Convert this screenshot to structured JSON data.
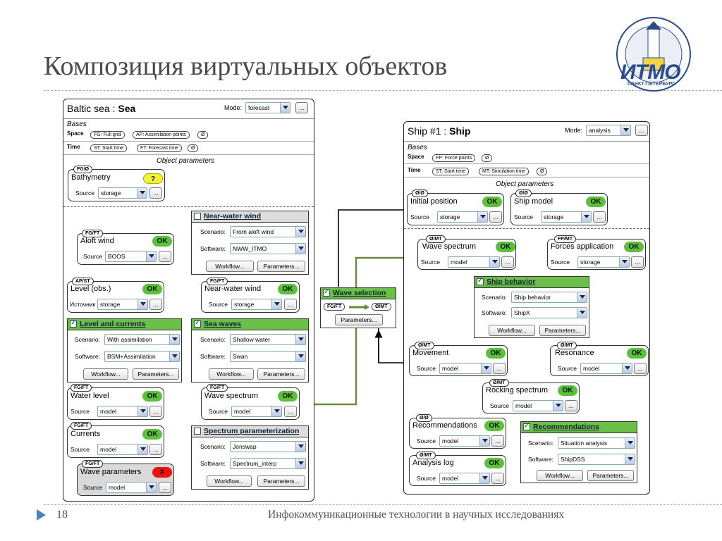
{
  "slide": {
    "title": "Композиция виртуальных объектов",
    "page": "18",
    "footer": "Инфокоммуникационные технологии в научных исследованиях",
    "logo": "ИТМО",
    "logo_city": "САНКТ-ПЕТЕРБУРГ"
  },
  "common": {
    "ok": "OK",
    "q": "?",
    "x": "X",
    "dots": "...",
    "source": "Source",
    "istochnik": "Источник",
    "scenario": "Scenario:",
    "software": "Software:",
    "workflow": "Workflow...",
    "parameters": "Parameters...",
    "bases": "Bases",
    "space": "Space",
    "time": "Time",
    "object_params": "Object parameters",
    "mode": "Mode:"
  },
  "sea": {
    "title_prefix": "Baltic sea : ",
    "title_bold": "Sea",
    "mode": "forecast",
    "space_tags": [
      "FG: Full grid",
      "AP: Assimilation points",
      "Ø"
    ],
    "time_tags": [
      "ST: Start time",
      "FT: Forecast time",
      "Ø"
    ],
    "bathymetry": {
      "tag": "FG/Ø",
      "name": "Bathymetry",
      "source": "storage"
    },
    "aloft_wind": {
      "tag": "FG/FT",
      "name": "Aloft wind",
      "source": "BOOS"
    },
    "level_obs": {
      "tag": "AP/ST",
      "name": "Level (obs.)",
      "source": "storage"
    },
    "near_water_wind_mod": {
      "name": "Near-water wind",
      "scenario": "From aloft wind",
      "software": "NWW_ITMO"
    },
    "near_water_wind": {
      "tag": "FG/FT",
      "name": "Near-water wind",
      "source": "storage"
    },
    "level_currents_mod": {
      "name": "Level and currents",
      "scenario": "With assimilation",
      "software": "BSM+Assimilation"
    },
    "sea_waves_mod": {
      "name": "Sea waves",
      "scenario": "Shallow water",
      "software": "Swan"
    },
    "water_level": {
      "tag": "FG/FT",
      "name": "Water level",
      "source": "model"
    },
    "currents": {
      "tag": "FG/FT",
      "name": "Currents",
      "source": "model"
    },
    "wave_spectrum": {
      "tag": "FG/FT",
      "name": "Wave spectrum",
      "source": "model"
    },
    "spectrum_param_mod": {
      "name": "Spectrum parameterization",
      "scenario": "Jonswap",
      "software": "Spectrum_interp"
    },
    "wave_params": {
      "tag": "FG/FT",
      "name": "Wave parameters",
      "source": "model"
    }
  },
  "wave_selection": {
    "name": "Wave selection",
    "from": "FG/FT",
    "to": "Ø/MT",
    "params": "Parameters..."
  },
  "ship": {
    "title_prefix": "Ship #1 : ",
    "title_bold": "Ship",
    "mode": "analysis",
    "space_tags": [
      "FP: Force points",
      "Ø"
    ],
    "time_tags": [
      "ST: Start time",
      "MT: Simulation time",
      "Ø"
    ],
    "initial_position": {
      "tag": "Ø/Ø",
      "name": "Initial position",
      "source": "storage"
    },
    "ship_model": {
      "tag": "Ø/Ø",
      "name": "Ship model",
      "source": "storage"
    },
    "wave_spectrum": {
      "tag": "Ø/MT",
      "name": "Wave spectrum",
      "source": "model"
    },
    "forces": {
      "tag": "FP/MT",
      "name": "Forces application",
      "source": "storage"
    },
    "behavior_mod": {
      "name": "Ship behavior",
      "scenario": "Ship behavior",
      "software": "ShipX"
    },
    "movement": {
      "tag": "Ø/MT",
      "name": "Movement",
      "source": "model"
    },
    "resonance": {
      "tag": "Ø/MT",
      "name": "Resonance",
      "source": "model"
    },
    "rocking": {
      "tag": "Ø/MT",
      "name": "Rocking spectrum",
      "source": "model"
    },
    "recommendations": {
      "tag": "Ø/Ø",
      "name": "Recommendations",
      "source": "model"
    },
    "analysis_log": {
      "tag": "Ø/MT",
      "name": "Analysis log",
      "source": "model"
    },
    "recommendations_mod": {
      "name": "Recommendations",
      "scenario": "Situation analysis",
      "software": "ShipDSS"
    }
  },
  "colors": {
    "accent_green": "#6cc04a",
    "ok_green": "#5bc13a",
    "arrow_green": "#6a8a3a",
    "error_red": "#e11111",
    "question_yellow": "#f6f233"
  }
}
